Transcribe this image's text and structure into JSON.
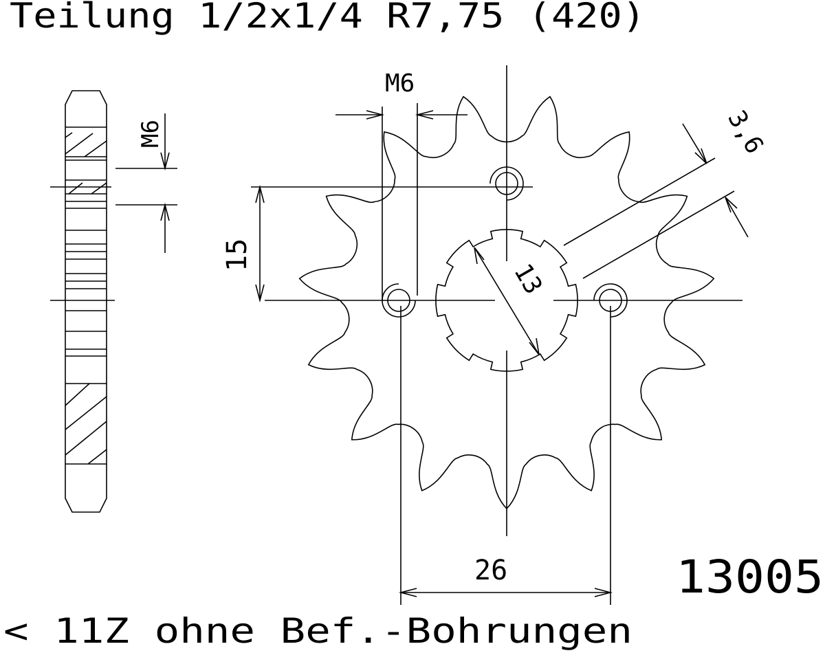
{
  "title": "Teilung 1/2x1/4 R7,75 (420)",
  "part_number": "13005",
  "footnote": "< 11Z ohne Bef.-Bohrungen",
  "dimensions": {
    "thread_top": "M6",
    "thread_side": "M6",
    "bolt_vertical": "15",
    "bolt_horizontal": "26",
    "bore": "13",
    "key_width": "3,6"
  },
  "sprocket": {
    "teeth": 15,
    "bolt_holes": 3
  },
  "colors": {
    "line": "#000000",
    "background": "#ffffff"
  }
}
